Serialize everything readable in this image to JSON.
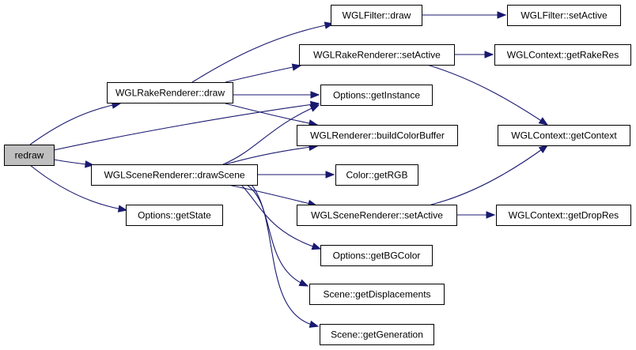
{
  "graph": {
    "title": "Call graph for redraw",
    "edge_color": "#191970",
    "root_fill": "#bfbfbf",
    "nodes": [
      {
        "id": "redraw",
        "label": "redraw",
        "root": true
      },
      {
        "id": "rake_draw",
        "label": "WGLRakeRenderer::draw"
      },
      {
        "id": "drawScene",
        "label": "WGLSceneRenderer::drawScene"
      },
      {
        "id": "getState",
        "label": "Options::getState"
      },
      {
        "id": "filter_draw",
        "label": "WGLFilter::draw"
      },
      {
        "id": "rake_setActive",
        "label": "WGLRakeRenderer::setActive"
      },
      {
        "id": "getInstance",
        "label": "Options::getInstance"
      },
      {
        "id": "buildColorBuffer",
        "label": "WGLRenderer::buildColorBuffer"
      },
      {
        "id": "getRGB",
        "label": "Color::getRGB"
      },
      {
        "id": "scene_setActive",
        "label": "WGLSceneRenderer::setActive"
      },
      {
        "id": "getBGColor",
        "label": "Options::getBGColor"
      },
      {
        "id": "getDisplacements",
        "label": "Scene::getDisplacements"
      },
      {
        "id": "getGeneration",
        "label": "Scene::getGeneration"
      },
      {
        "id": "filter_setActive",
        "label": "WGLFilter::setActive"
      },
      {
        "id": "getRakeRes",
        "label": "WGLContext::getRakeRes"
      },
      {
        "id": "getContext",
        "label": "WGLContext::getContext"
      },
      {
        "id": "getDropRes",
        "label": "WGLContext::getDropRes"
      }
    ],
    "edges": [
      {
        "from": "redraw",
        "to": "rake_draw"
      },
      {
        "from": "redraw",
        "to": "getInstance"
      },
      {
        "from": "redraw",
        "to": "drawScene"
      },
      {
        "from": "redraw",
        "to": "getState"
      },
      {
        "from": "rake_draw",
        "to": "filter_draw"
      },
      {
        "from": "rake_draw",
        "to": "rake_setActive"
      },
      {
        "from": "rake_draw",
        "to": "getInstance"
      },
      {
        "from": "rake_draw",
        "to": "buildColorBuffer"
      },
      {
        "from": "drawScene",
        "to": "getInstance"
      },
      {
        "from": "drawScene",
        "to": "buildColorBuffer"
      },
      {
        "from": "drawScene",
        "to": "getRGB"
      },
      {
        "from": "drawScene",
        "to": "scene_setActive"
      },
      {
        "from": "drawScene",
        "to": "getBGColor"
      },
      {
        "from": "drawScene",
        "to": "getDisplacements"
      },
      {
        "from": "drawScene",
        "to": "getGeneration"
      },
      {
        "from": "filter_draw",
        "to": "filter_setActive"
      },
      {
        "from": "rake_setActive",
        "to": "getRakeRes"
      },
      {
        "from": "rake_setActive",
        "to": "getContext"
      },
      {
        "from": "scene_setActive",
        "to": "getContext"
      },
      {
        "from": "scene_setActive",
        "to": "getDropRes"
      }
    ]
  }
}
